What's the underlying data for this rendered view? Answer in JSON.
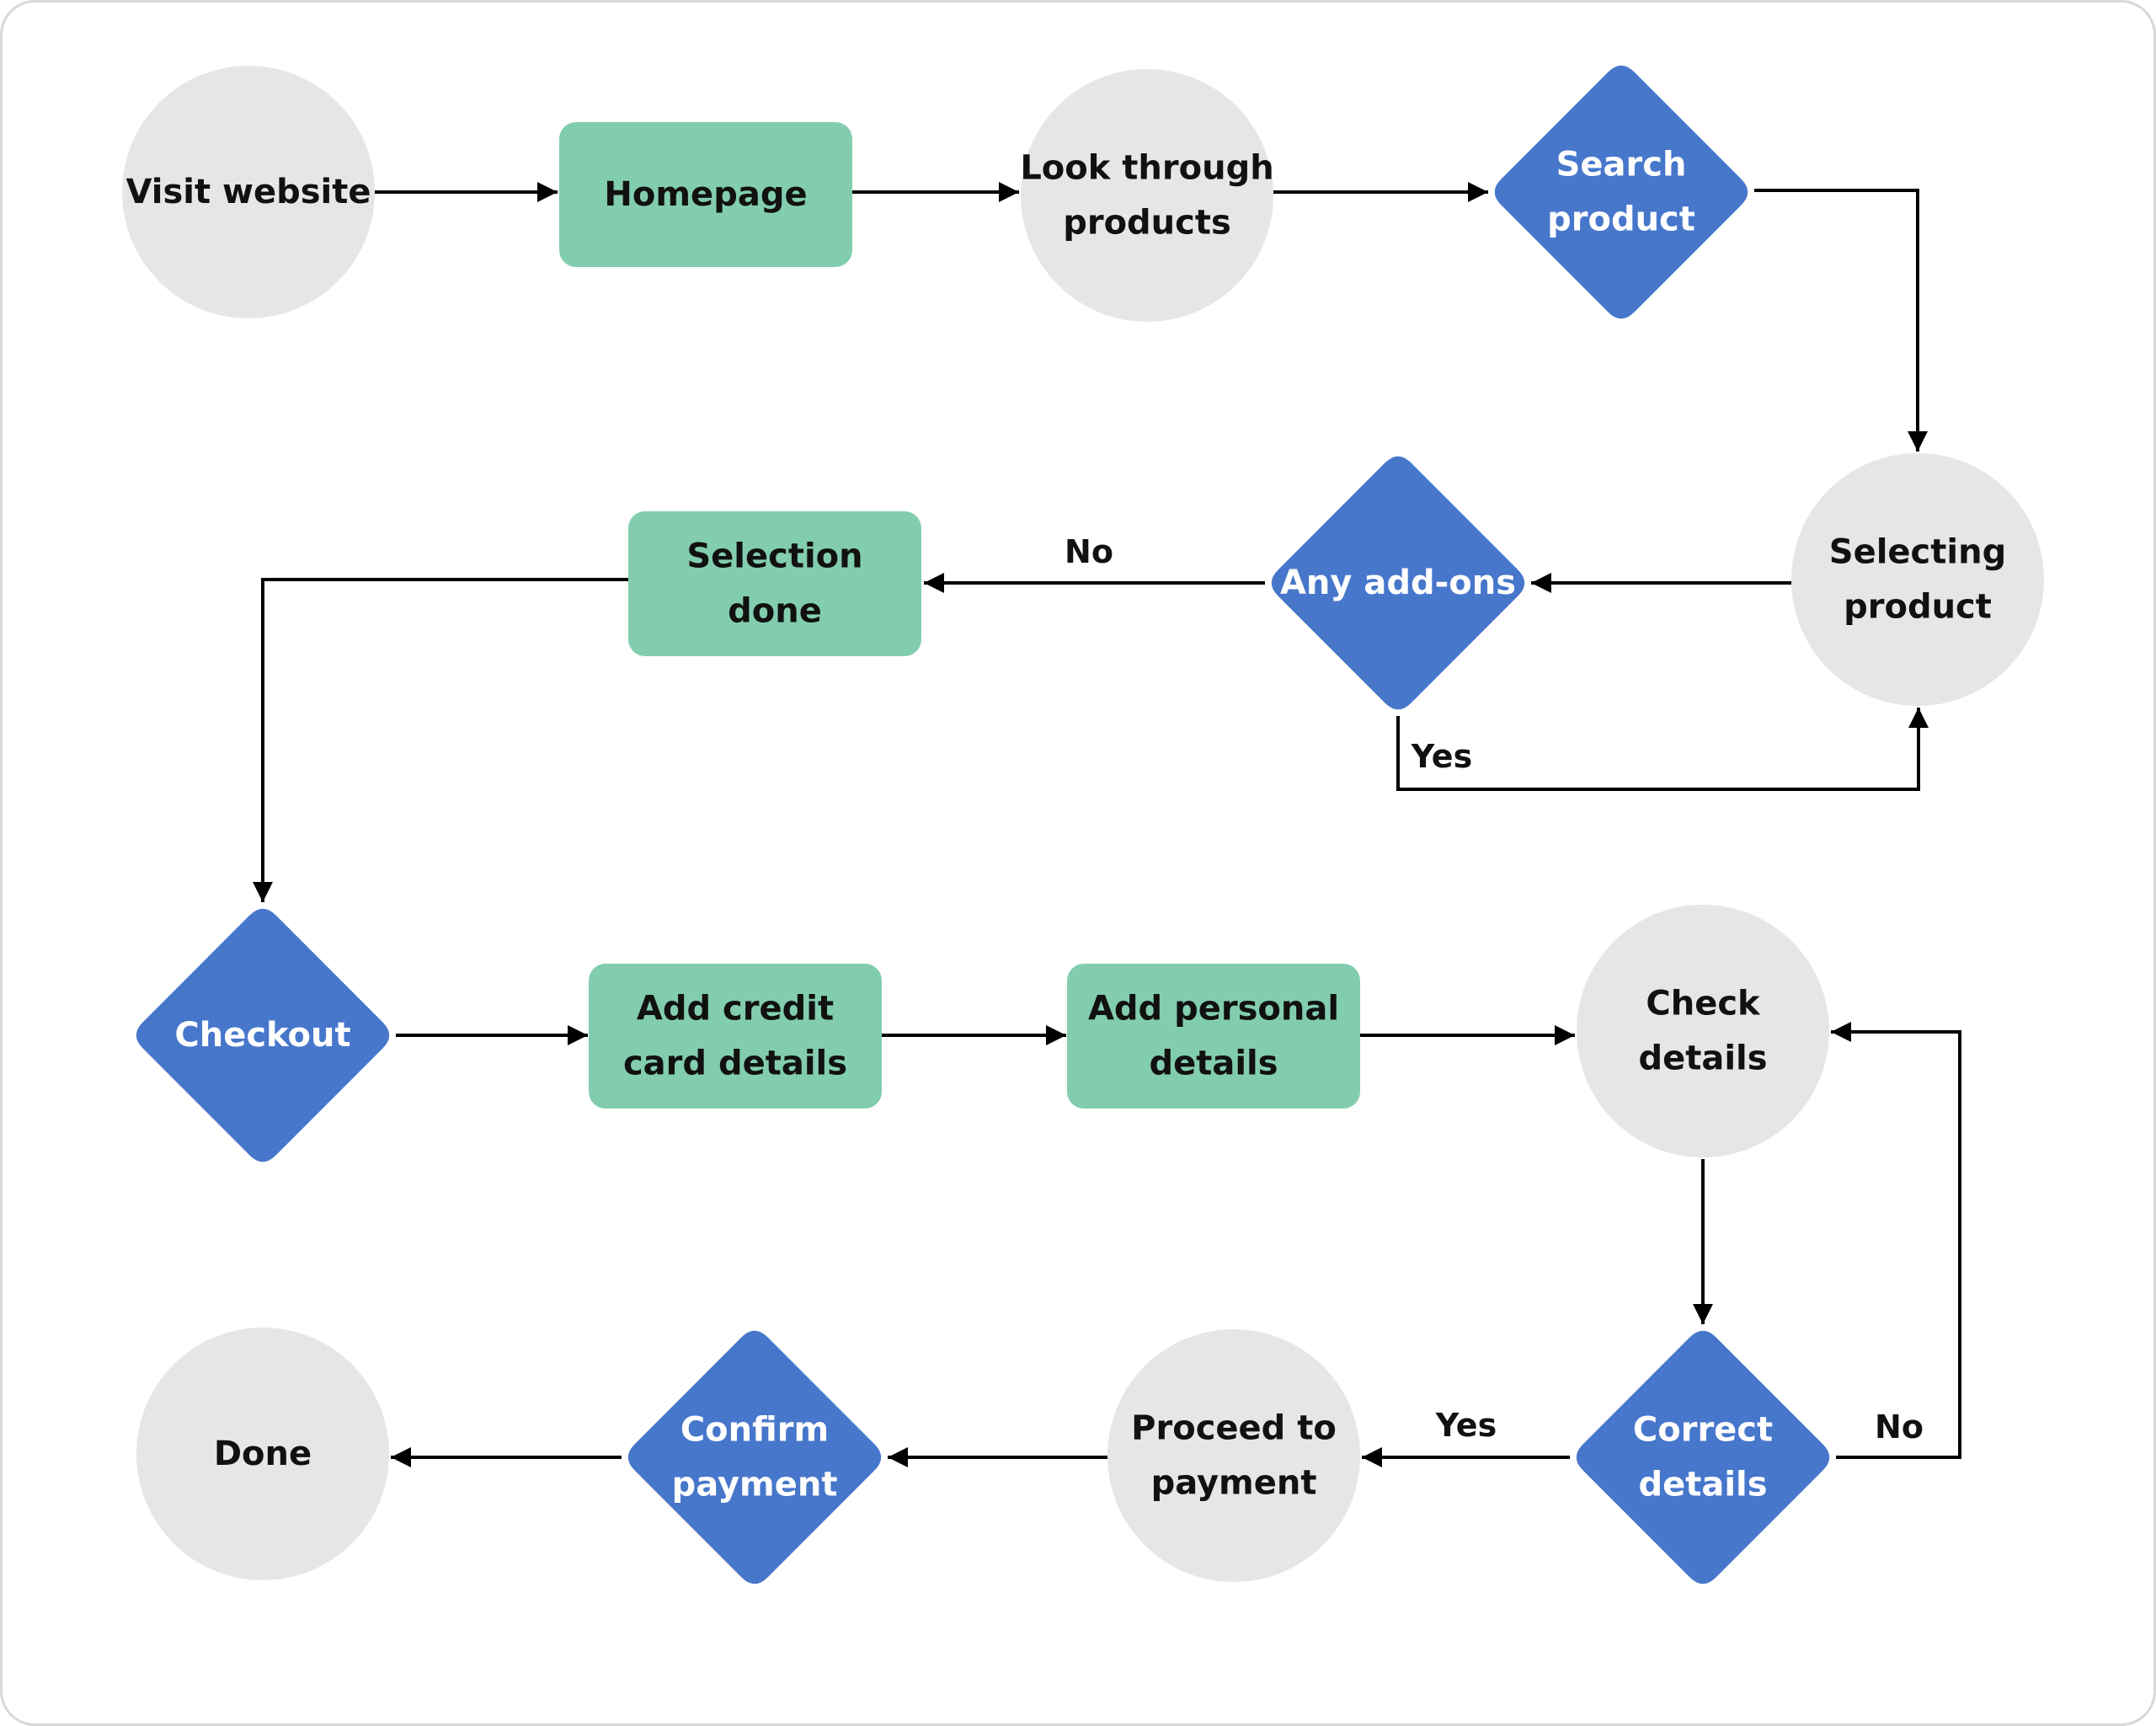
{
  "colors": {
    "circle": "#e6e6e6",
    "process": "#82cdae",
    "decision": "#4777cb",
    "dark_text": "#111111",
    "light_text": "#ffffff",
    "line": "#000000",
    "frame": "#d8d8d8"
  },
  "shape_types": {
    "circle": "Terminal / activity",
    "process": "Process step",
    "decision": "Decision"
  },
  "nodes": {
    "visit_website": {
      "lines": [
        "Visit website"
      ],
      "shape": "circle"
    },
    "homepage": {
      "lines": [
        "Homepage"
      ],
      "shape": "process"
    },
    "look_through": {
      "lines": [
        "Look through",
        "products"
      ],
      "shape": "circle"
    },
    "search_product": {
      "lines": [
        "Search",
        "product"
      ],
      "shape": "decision"
    },
    "selecting_product": {
      "lines": [
        "Selecting",
        "product"
      ],
      "shape": "circle"
    },
    "any_addons": {
      "lines": [
        "Any add-ons"
      ],
      "shape": "decision"
    },
    "selection_done": {
      "lines": [
        "Selection",
        "done"
      ],
      "shape": "process"
    },
    "checkout": {
      "lines": [
        "Checkout"
      ],
      "shape": "decision"
    },
    "add_credit": {
      "lines": [
        "Add credit",
        "card details"
      ],
      "shape": "process"
    },
    "add_personal": {
      "lines": [
        "Add personal",
        "details"
      ],
      "shape": "process"
    },
    "check_details": {
      "lines": [
        "Check",
        "details"
      ],
      "shape": "circle"
    },
    "correct_details": {
      "lines": [
        "Correct",
        "details"
      ],
      "shape": "decision"
    },
    "proceed_payment": {
      "lines": [
        "Proceed to",
        "payment"
      ],
      "shape": "circle"
    },
    "confirm_payment": {
      "lines": [
        "Confirm",
        "payment"
      ],
      "shape": "decision"
    },
    "done": {
      "lines": [
        "Done"
      ],
      "shape": "circle"
    }
  },
  "edges": [
    {
      "from": "visit_website",
      "to": "homepage",
      "label": ""
    },
    {
      "from": "homepage",
      "to": "look_through",
      "label": ""
    },
    {
      "from": "look_through",
      "to": "search_product",
      "label": ""
    },
    {
      "from": "search_product",
      "to": "selecting_product",
      "label": ""
    },
    {
      "from": "selecting_product",
      "to": "any_addons",
      "label": ""
    },
    {
      "from": "any_addons",
      "to": "selection_done",
      "label": "No"
    },
    {
      "from": "any_addons",
      "to": "selecting_product",
      "label": "Yes"
    },
    {
      "from": "selection_done",
      "to": "checkout",
      "label": ""
    },
    {
      "from": "checkout",
      "to": "add_credit",
      "label": ""
    },
    {
      "from": "add_credit",
      "to": "add_personal",
      "label": ""
    },
    {
      "from": "add_personal",
      "to": "check_details",
      "label": ""
    },
    {
      "from": "check_details",
      "to": "correct_details",
      "label": ""
    },
    {
      "from": "correct_details",
      "to": "proceed_payment",
      "label": "Yes"
    },
    {
      "from": "correct_details",
      "to": "check_details",
      "label": "No"
    },
    {
      "from": "proceed_payment",
      "to": "confirm_payment",
      "label": ""
    },
    {
      "from": "confirm_payment",
      "to": "done",
      "label": ""
    }
  ]
}
